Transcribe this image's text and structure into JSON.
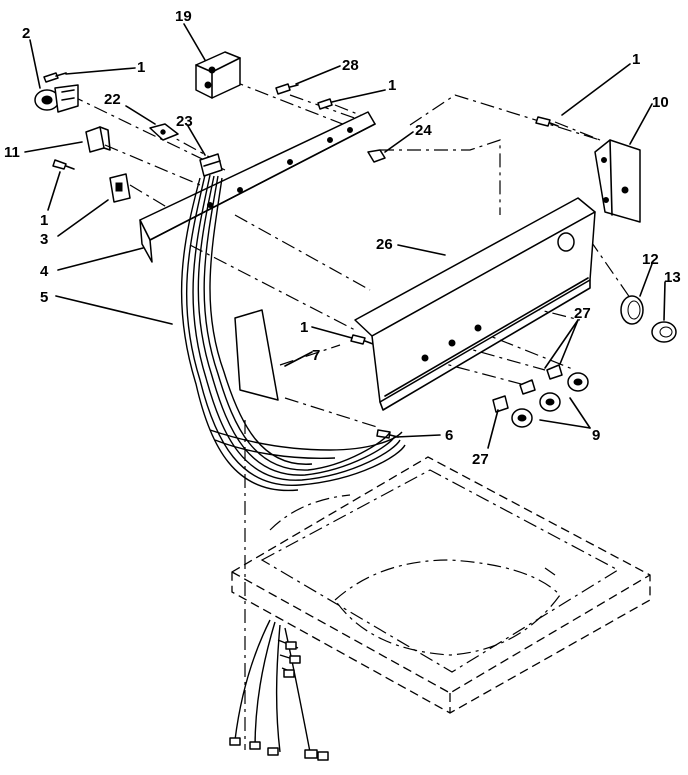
{
  "callouts": [
    "19",
    "2",
    "1",
    "28",
    "1",
    "1",
    "10",
    "22",
    "23",
    "24",
    "11",
    "1",
    "3",
    "4",
    "26",
    "5",
    "12",
    "13",
    "27",
    "1",
    "7",
    "6",
    "27",
    "9"
  ]
}
